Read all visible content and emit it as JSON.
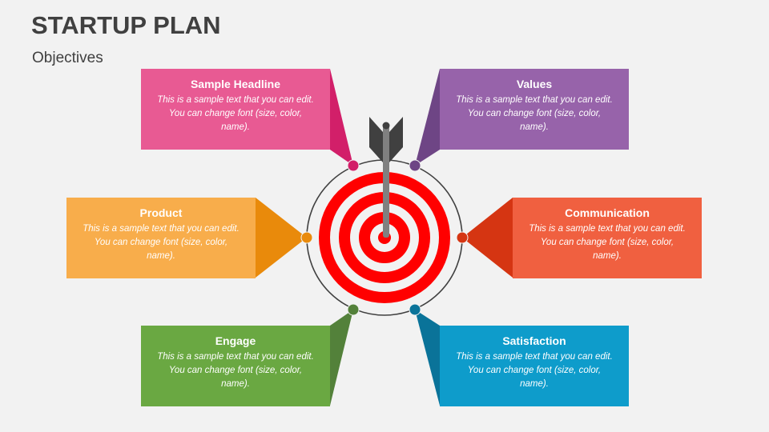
{
  "header": {
    "title": "STARTUP PLAN",
    "subtitle": "Objectives"
  },
  "center": {
    "icon": "target-with-arrow-icon",
    "target_color": "#ff0000",
    "arrow_color": "#404040",
    "shaft_color": "#808080",
    "orbit_color": "#404040"
  },
  "boxes": [
    {
      "id": "sample-headline",
      "title": "Sample Headline",
      "text": "This is a sample text that you can edit. You can change font (size, color, name).",
      "color": "#e85a93",
      "dark": "#d21f69"
    },
    {
      "id": "values",
      "title": "Values",
      "text": "This is a sample text that you can edit. You can change font (size, color, name).",
      "color": "#9763aa",
      "dark": "#6e4585"
    },
    {
      "id": "product",
      "title": "Product",
      "text": "This is a sample text that you can edit. You can change font (size, color, name).",
      "color": "#f8ad4b",
      "dark": "#e98a0b"
    },
    {
      "id": "communication",
      "title": "Communication",
      "text": "This is a sample text that you can edit. You can change font (size, color, name).",
      "color": "#f06040",
      "dark": "#d53512"
    },
    {
      "id": "engage",
      "title": "Engage",
      "text": "This is a sample text that you can edit. You can change font (size, color, name).",
      "color": "#6aa842",
      "dark": "#53813a"
    },
    {
      "id": "satisfaction",
      "title": "Satisfaction",
      "text": "This is a sample text that you can edit. You can change font (size, color, name).",
      "color": "#0e9ccb",
      "dark": "#0a7399"
    }
  ]
}
